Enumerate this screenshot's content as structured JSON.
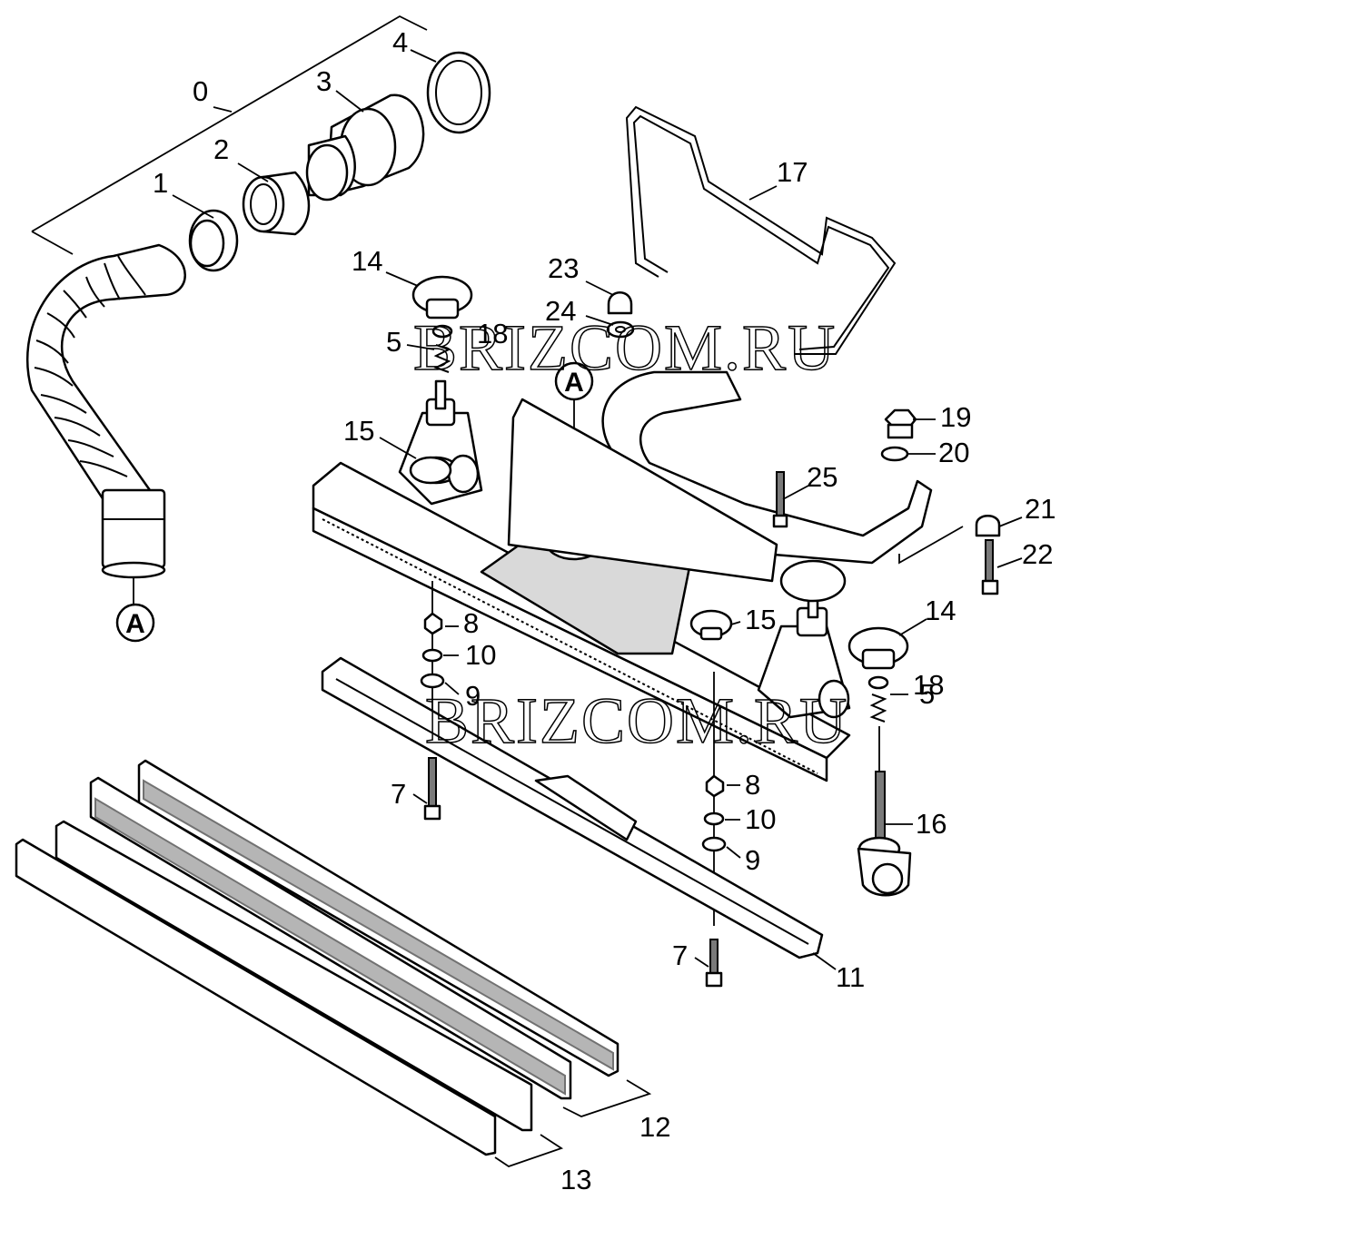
{
  "watermark": "BRIZCOM.RU",
  "connector_marker": "A",
  "callouts": [
    "0",
    "1",
    "2",
    "3",
    "4",
    "5",
    "7",
    "8",
    "9",
    "10",
    "11",
    "12",
    "13",
    "14",
    "15",
    "16",
    "17",
    "18",
    "19",
    "20",
    "21",
    "22",
    "23",
    "24",
    "25"
  ]
}
